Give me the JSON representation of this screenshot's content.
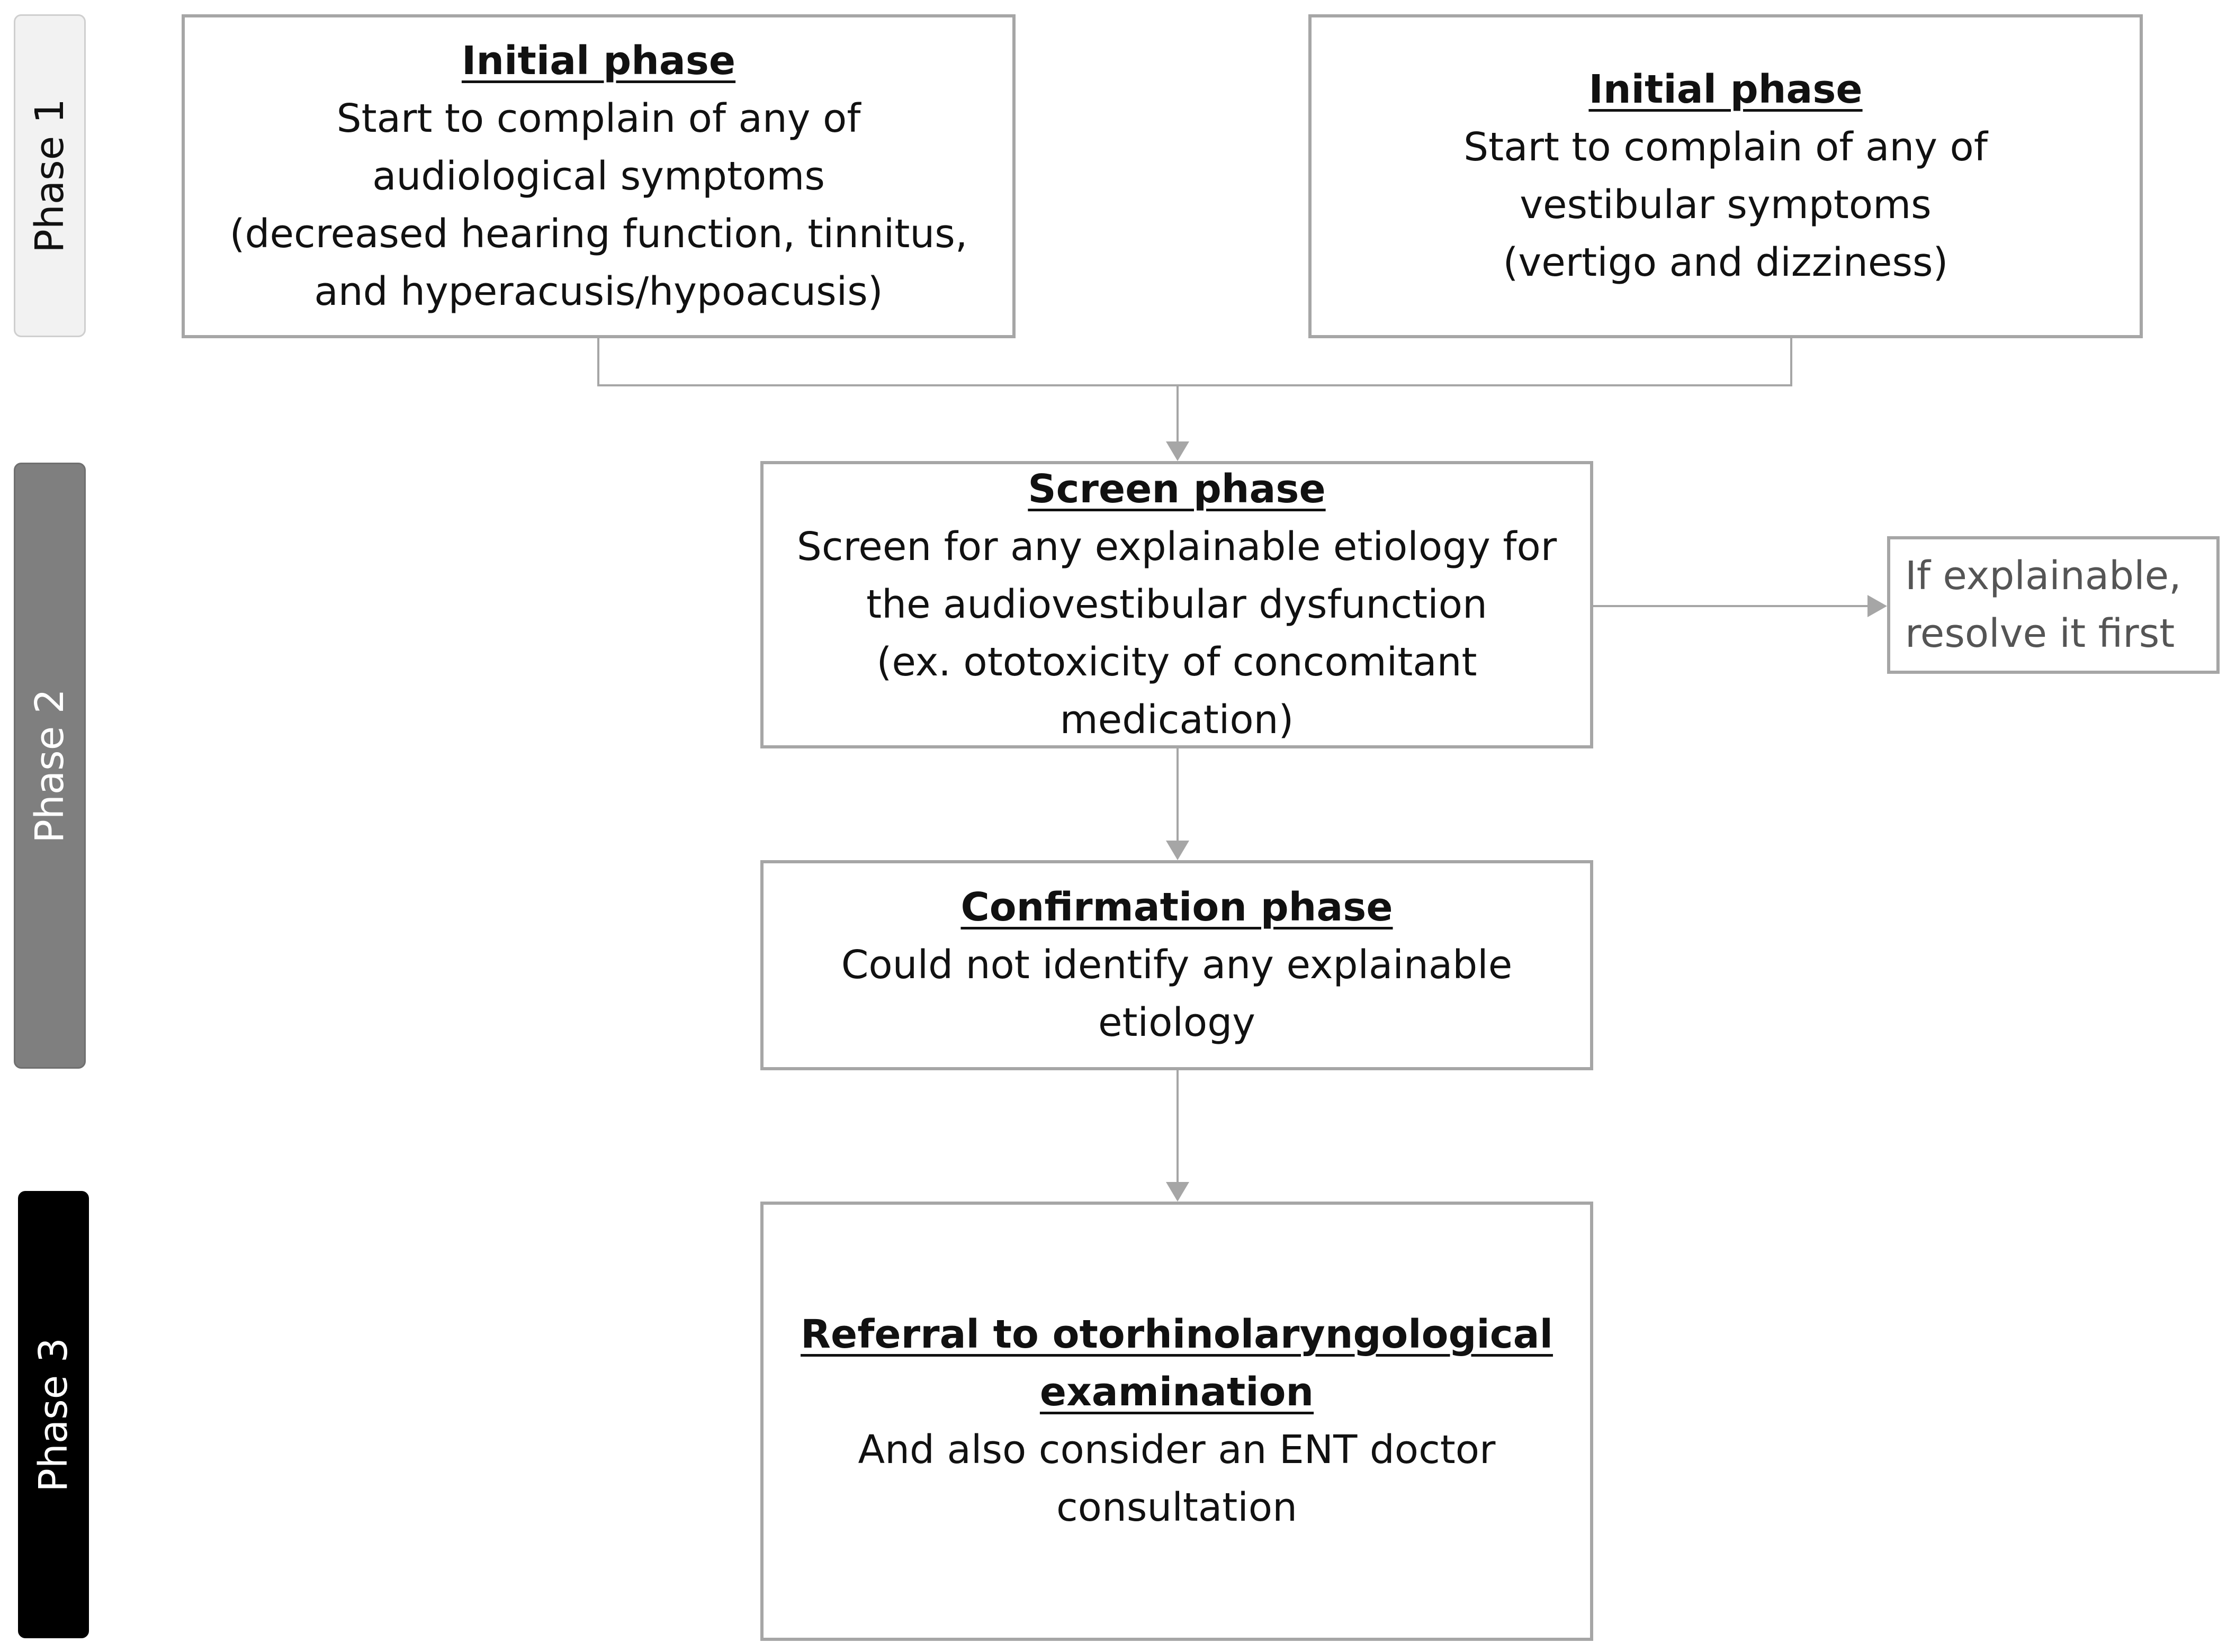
{
  "phases": {
    "phase1": "Phase 1",
    "phase2": "Phase 2",
    "phase3": "Phase 3"
  },
  "boxes": {
    "audio": {
      "heading": "Initial phase",
      "lines": [
        "Start to complain of any of",
        "audiological symptoms",
        "(decreased hearing function, tinnitus,",
        "and hyperacusis/hypoacusis)"
      ]
    },
    "vestibular": {
      "heading": "Initial phase",
      "lines": [
        "Start to complain of any of",
        "vestibular symptoms",
        "(vertigo and dizziness)"
      ]
    },
    "screen": {
      "heading": "Screen phase",
      "lines": [
        "Screen for any explainable etiology for",
        "the audiovestibular dysfunction",
        "(ex. ototoxicity of concomitant",
        "medication)"
      ]
    },
    "confirmation": {
      "heading": "Confirmation phase",
      "lines": [
        "Could not identify any explainable",
        "etiology"
      ]
    },
    "referral": {
      "heading_lines": [
        "Referral to otorhinolaryngological",
        "examination"
      ],
      "lines": [
        "And also consider an ENT doctor",
        "consultation"
      ]
    },
    "side_note": {
      "lines": [
        "If explainable,",
        "resolve it first"
      ]
    }
  },
  "colors": {
    "border": "#a6a6a6",
    "connector": "#a6a6a6",
    "phase1_fill": "#f2f2f2",
    "phase2_fill": "#7f7f7f",
    "phase3_fill": "#000000",
    "side_note_text": "#555555"
  }
}
